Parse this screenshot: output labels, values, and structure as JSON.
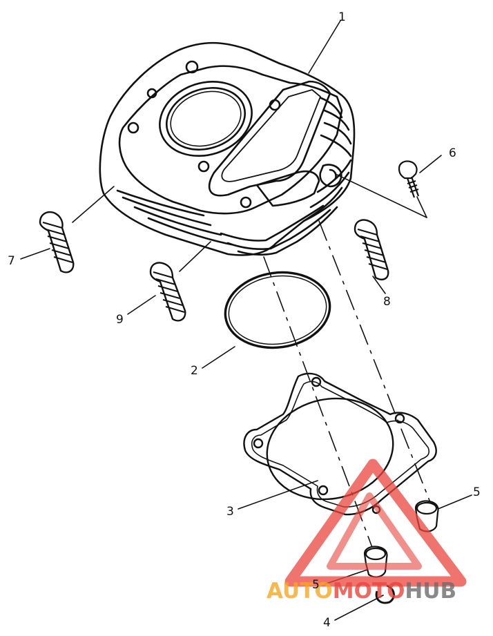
{
  "parts": [
    {
      "id": "cylinder",
      "label": "1"
    },
    {
      "id": "o-ring",
      "label": "2"
    },
    {
      "id": "cylinder-gasket",
      "label": "3"
    },
    {
      "id": "clip",
      "label": "4"
    },
    {
      "id": "dowel-pin-a",
      "label": "5"
    },
    {
      "id": "dowel-pin-b",
      "label": "5"
    },
    {
      "id": "bolt",
      "label": "6"
    },
    {
      "id": "stud-bolt-7",
      "label": "7"
    },
    {
      "id": "stud-bolt-8",
      "label": "8"
    },
    {
      "id": "stud-bolt-9",
      "label": "9"
    }
  ],
  "watermark": {
    "part1": "AUTO",
    "part2": "MOTO",
    "part3": "HUB",
    "orange": "#f5a623",
    "red": "#e8453c",
    "grey": "#6b6b6b"
  }
}
